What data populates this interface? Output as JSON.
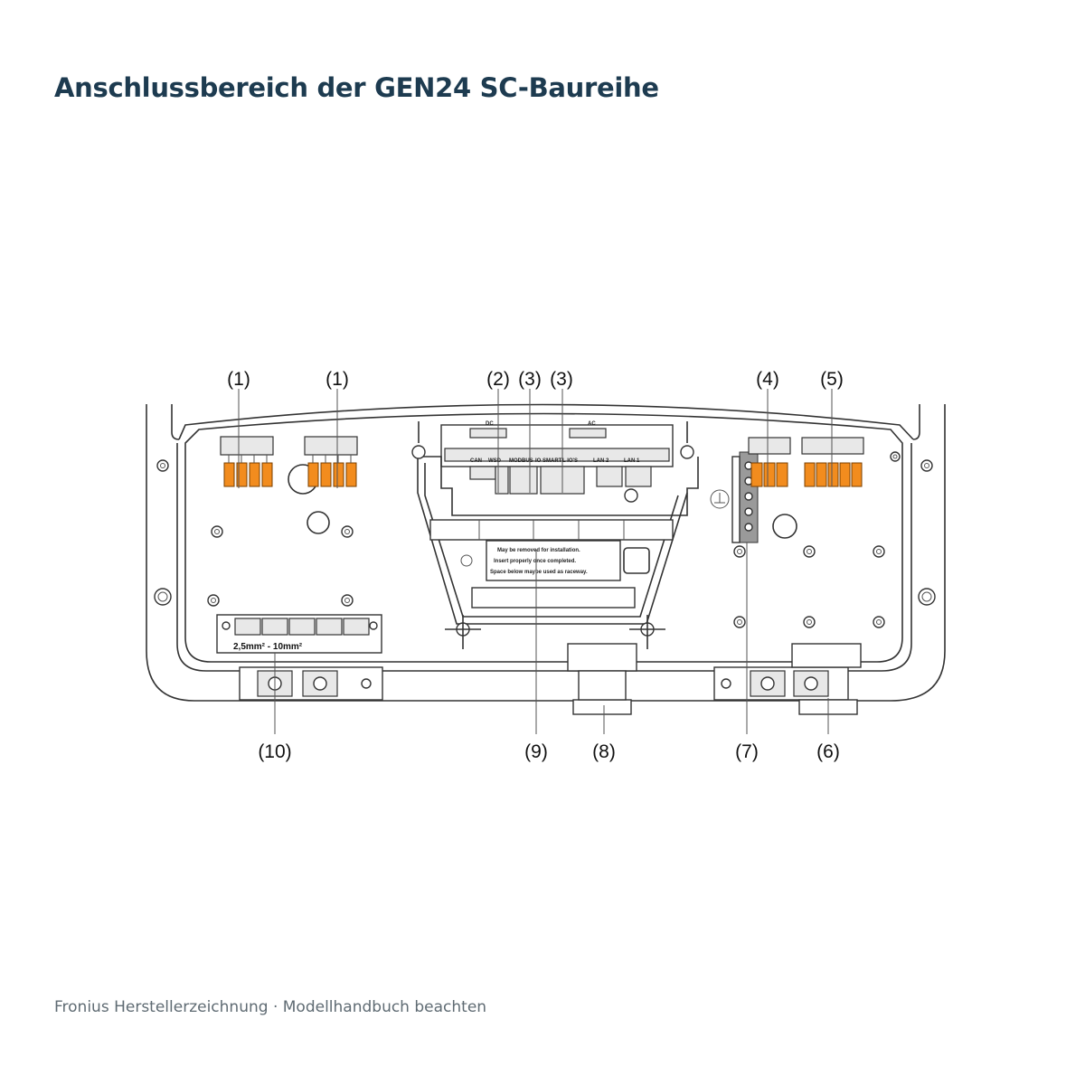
{
  "title": "Anschlussbereich der GEN24 SC-Baureihe",
  "footer": "Fronius Herstellerzeichnung · Modellhandbuch beachten",
  "colors": {
    "title": "#1d3b50",
    "terminal": "#f28c1e",
    "line": "#333333"
  },
  "callouts": {
    "c1a": "(1)",
    "c1b": "(1)",
    "c2": "(2)",
    "c3a": "(3)",
    "c3b": "(3)",
    "c4": "(4)",
    "c5": "(5)",
    "c6": "(6)",
    "c7": "(7)",
    "c8": "(8)",
    "c9": "(9)",
    "c10": "(10)"
  },
  "labels": {
    "dc_label": "DC",
    "ac_label": "AC",
    "port_can": "CAN",
    "port_wsd": "WSD",
    "port_modbus": "MODBUS",
    "port_io": "IO",
    "port_smart": "SMART",
    "port_io2": "L IO'S",
    "port_lan2": "LAN 2",
    "port_lan1": "LAN 1",
    "note_line1": "May be removed for installation.",
    "note_line2": "Insert properly once completed.",
    "note_line3": "Space below maybe used as raceway.",
    "strip_label": "2,5mm² - 10mm²"
  }
}
